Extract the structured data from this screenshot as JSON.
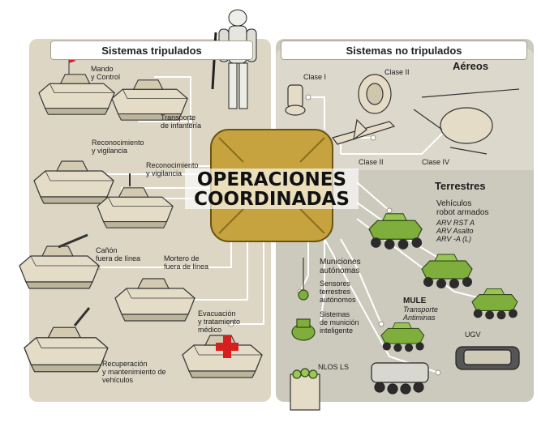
{
  "headers": {
    "left": "Sistemas tripulados",
    "right": "Sistemas no tripulados"
  },
  "center": {
    "line1": "OPERACIONES",
    "line2": "COORDINADAS"
  },
  "left_labels": {
    "mando": [
      "Mando",
      "y Control"
    ],
    "transporte": [
      "Transporte",
      "de infantería"
    ],
    "reconocimiento1": [
      "Reconocimiento",
      "y vigilancia"
    ],
    "reconocimiento2": [
      "Reconocimiento",
      "y vigilancia"
    ],
    "canon": [
      "Cañón",
      "fuera de línea"
    ],
    "mortero": [
      "Mortero de",
      "fuera de línea"
    ],
    "evacuacion": [
      "Evacuación",
      "y tratamiento",
      "médico"
    ],
    "recuperacion": [
      "Recuperación",
      "y mantenimiento de",
      "vehículos"
    ]
  },
  "aereos": {
    "title": "Aéreos",
    "clase1": "Clase I",
    "clase2a": "Clase II",
    "clase2b": "Clase II",
    "clase4": "Clase IV"
  },
  "terrestres": {
    "title": "Terrestres",
    "armados": [
      "Vehículos",
      "robot armados"
    ],
    "rst": "ARV RST A",
    "asalto": "ARV Asalto",
    "arvl": "ARV -A (L)",
    "mule": "MULE",
    "mule_sub": [
      "Transporte",
      "Antiminas"
    ],
    "ugv": "UGV"
  },
  "municiones": {
    "title": [
      "Municiones",
      "autónomas"
    ],
    "sensores": [
      "Sensores",
      "terrestres",
      "autónomos"
    ],
    "sistemas": [
      "Sistemas",
      "de munición",
      "inteligente"
    ],
    "nlos": "NLOS LS"
  },
  "colors": {
    "chip": "#c6a33e",
    "panel_left": "#ddd6c5",
    "panel_right": "#ccc9bd",
    "vehicle": "#e4dcc7",
    "robot": "#7fae3c",
    "cross": "#d62020"
  }
}
